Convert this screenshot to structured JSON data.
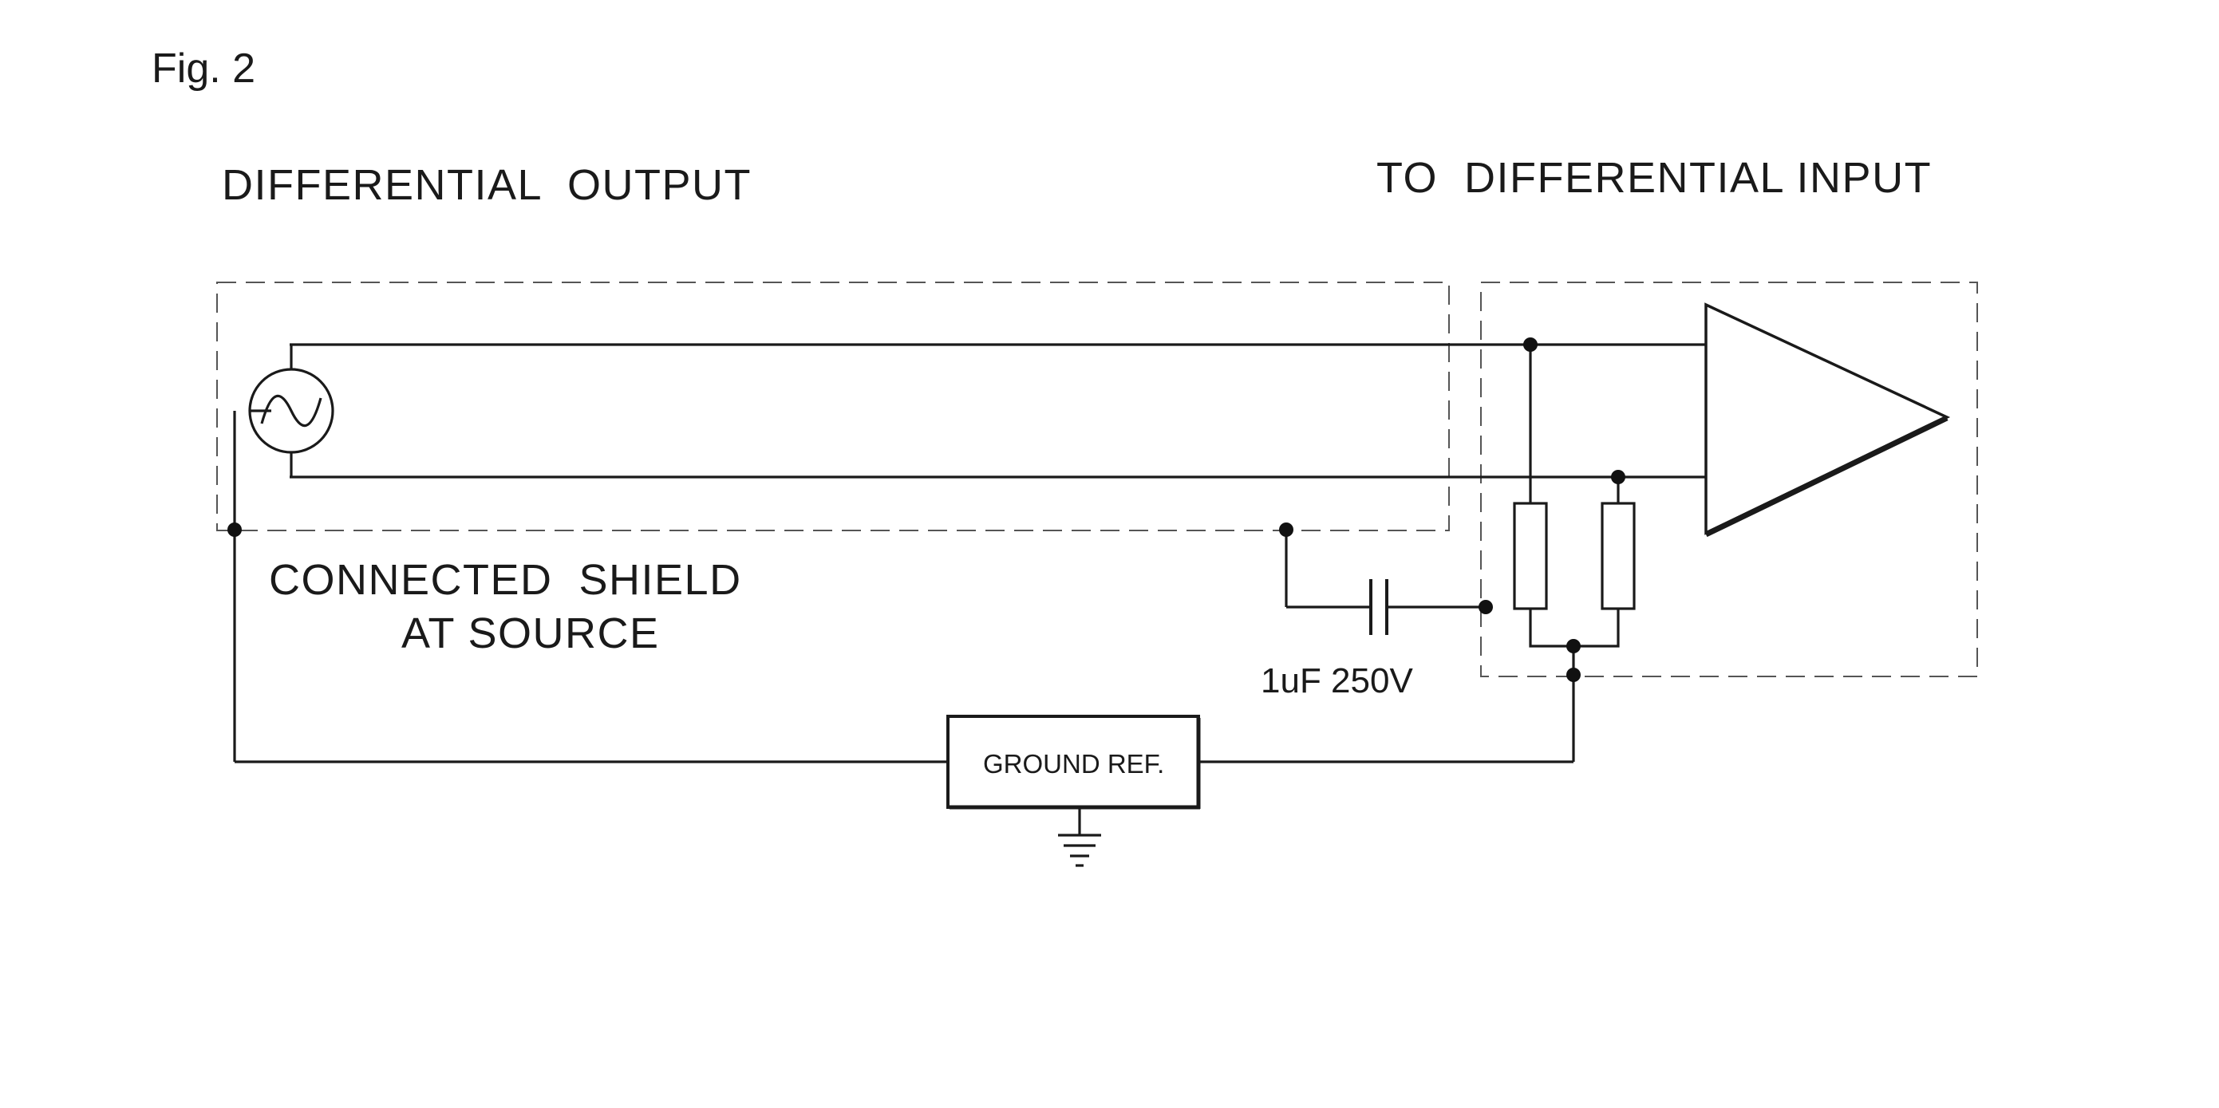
{
  "figure": {
    "label": "Fig. 2"
  },
  "labels": {
    "differential_output": "DIFFERENTIAL  OUTPUT",
    "to_differential_input": "TO  DIFFERENTIAL INPUT",
    "connected_shield_line1": "CONNECTED  SHIELD",
    "connected_shield_line2": "AT SOURCE",
    "capacitor_value": "1uF 250V",
    "ground_ref": "GROUND REF."
  },
  "components": {
    "source": "ac-source-icon",
    "amplifier": "differential-amplifier-icon",
    "capacitor": "capacitor-icon",
    "resistors": [
      "resistor-icon",
      "resistor-icon"
    ],
    "ground": "ground-icon"
  },
  "colors": {
    "line": "#1a1a1a",
    "dashed_box": "#555555",
    "background": "#ffffff"
  }
}
